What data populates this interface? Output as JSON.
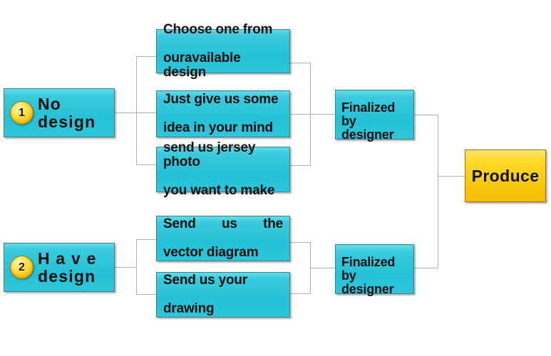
{
  "diagram": {
    "title": "Jersey design order process flowchart",
    "background": "#ffffff",
    "colors": {
      "node_cyan": "#2ec6da",
      "node_cyan_border": "#3d7f8c",
      "node_yellow": "#f6c50a",
      "node_yellow_border": "#b06a08",
      "badge_gold": "#ffe14d",
      "connector_line": "#b0b0b0",
      "text": "#101010"
    },
    "watermark": [
      "",
      "",
      "",
      "",
      "",
      "",
      ""
    ]
  },
  "branches": [
    {
      "id": "no-design",
      "badge": "1",
      "label": "No design",
      "options": [
        {
          "id": "choose-existing",
          "line1": "Choose one from",
          "line2": "ouravailable design",
          "justify": false
        },
        {
          "id": "give-idea",
          "line1": "Just give us some",
          "line2": "idea in your mind",
          "justify": false
        },
        {
          "id": "send-photo",
          "line1": "send us jersey photo",
          "line2": "you want to make",
          "justify": false
        }
      ],
      "finalize": {
        "id": "finalize-top",
        "line1": "Finalized by",
        "line2": "designer"
      }
    },
    {
      "id": "have-design",
      "badge": "2",
      "label": "H a v e\ndesign",
      "options": [
        {
          "id": "send-vector",
          "line1": "Send us the",
          "line2": "vector diagram",
          "justify": true
        },
        {
          "id": "send-drawing",
          "line1": "Send us your",
          "line2": "drawing",
          "justify": false
        }
      ],
      "finalize": {
        "id": "finalize-bottom",
        "line1": "Finalized by",
        "line2": "designer"
      }
    }
  ],
  "produce": {
    "id": "produce",
    "label": "Produce"
  }
}
